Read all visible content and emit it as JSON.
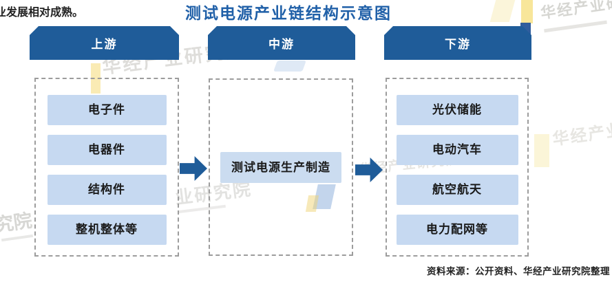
{
  "intro": {
    "text": "业发展相对成熟。"
  },
  "diagram": {
    "title": "测试电源产业链结构示意图",
    "columns": [
      {
        "id": "upstream",
        "header": "上游",
        "items": [
          "电子件",
          "电器件",
          "结构件",
          "整机整体等"
        ]
      },
      {
        "id": "midstream",
        "header": "中游",
        "items": [
          "测试电源生产制造"
        ]
      },
      {
        "id": "downstream",
        "header": "下游",
        "items": [
          "光伏储能",
          "电动汽车",
          "航空航天",
          "电力配网等"
        ]
      }
    ]
  },
  "footer": {
    "source_note": "资料来源：公开资料、华经产业研究院整理"
  },
  "watermarks": {
    "full": "华经产业研究院",
    "fragment_bottom_left": "究院",
    "fragment_middle": "业研究院",
    "fragment_right": "华经产业"
  },
  "colors": {
    "header_bg": "#1f5c99",
    "title_text": "#2060a8",
    "item_bg": "#c6d9f1",
    "arrow": "#1f5c99",
    "dashed_border": "#9c9c9c",
    "body_text": "#1a1a1a"
  }
}
